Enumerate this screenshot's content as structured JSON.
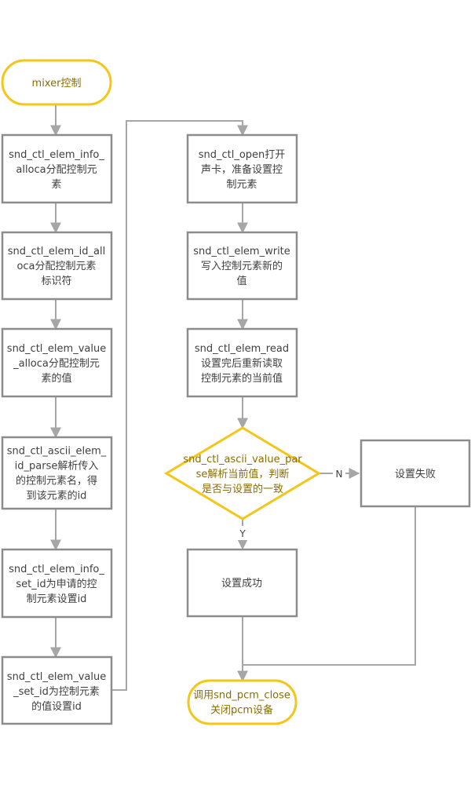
{
  "colors": {
    "terminal_border": "#f5c518",
    "terminal_text": "#8a6d00",
    "process_border": "#8c8c8c",
    "edge": "#a6a6a6",
    "text": "#404040"
  },
  "nodes": {
    "start": [
      "mixer控制"
    ],
    "info_alloca": [
      "snd_ctl_elem_info_",
      "alloca分配控制元",
      "素"
    ],
    "id_alloca": [
      "snd_ctl_elem_id_all",
      "oca分配控制元素",
      "标识符"
    ],
    "value_alloca": [
      "snd_ctl_elem_value",
      "_alloca分配控制元",
      "素的值"
    ],
    "ascii_parse": [
      "snd_ctl_ascii_elem_",
      "id_parse解析传入",
      "的控制元素名，得",
      "到该元素的id"
    ],
    "info_set_id": [
      "snd_ctl_elem_info_",
      "set_id为申请的控",
      "制元素设置id"
    ],
    "value_set_id": [
      "snd_ctl_elem_value",
      "_set_id为控制元素",
      "的值设置id"
    ],
    "ctl_open": [
      "snd_ctl_open打开",
      "声卡，准备设置控",
      "制元素"
    ],
    "elem_write": [
      "snd_ctl_elem_write",
      "写入控制元素新的",
      "值"
    ],
    "elem_read": [
      "snd_ctl_elem_read",
      "设置完后重新读取",
      "控制元素的当前值"
    ],
    "value_parse": [
      "snd_ctl_ascii_value_par",
      "se解析当前值，判断",
      "是否与设置的一致"
    ],
    "fail": [
      "设置失败"
    ],
    "success": [
      "设置成功"
    ],
    "end": [
      "调用snd_pcm_close",
      "关闭pcm设备"
    ]
  },
  "edge_labels": {
    "no": "N",
    "yes": "Y"
  }
}
